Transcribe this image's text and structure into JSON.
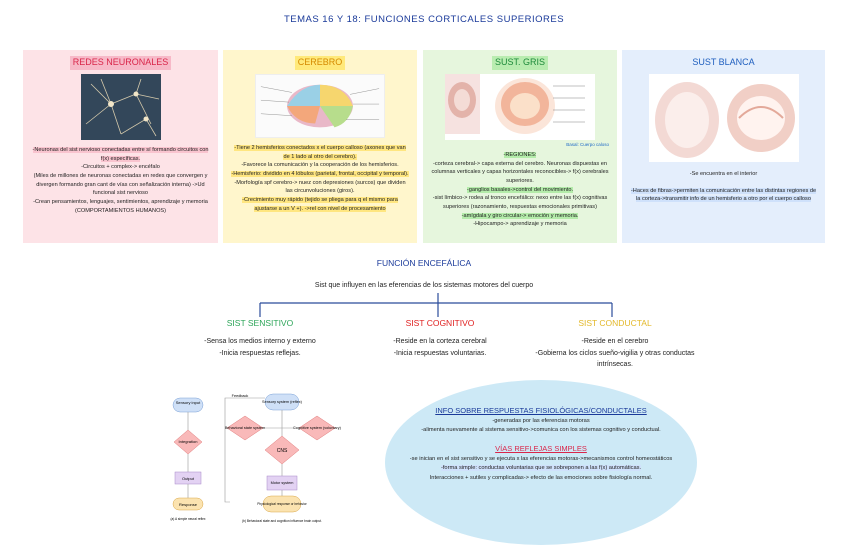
{
  "title": "TEMAS 16 Y 18: FUNCIONES CORTICALES SUPERIORES",
  "redes": {
    "heading": "REDES NEURONALES",
    "p1": "-Neuronas del sist nervioso conectadas entre sí formando circuitos con f(x) específicas.",
    "p2": "-Circuitos + complex-> encéfalo",
    "p3": "(Miles de millones de neuronas conectadas en redes que convergen y divergen formando gran cant de vías con señalización interna) ->Ud funcional sist nervioso",
    "p4": "-Crean pensamientos, lenguajes, sentimientos, aprendizaje y memoria (COMPORTAMIENTOS HUMANOS)"
  },
  "cerebro": {
    "heading": "CEREBRO",
    "p1": "-Tiene 2 hemisferios conectados x el cuerpo calloso (axones que van de 1 lado al otro del cerebro).",
    "p2": "-Favorece la comunicación y la cooperación de los hemisferios.",
    "p3": "-Hemisferio: dividido en 4 lóbulos (parietal, frontal, occipital y temporal).",
    "p4": "-Morfología spf cerebro-> nuez con depresiones (surcos) que dividen las circunvoluciones (giros).",
    "p5": "-Crecimiento muy rápido (tejido se pliega para q el mismo para ajustarse a un V +). ->rel con nivel de procesamiento"
  },
  "gris": {
    "heading": "SUST. GRIS",
    "img_caption": "Basal: Cuerpo caloso",
    "regiones": "-REGIONES:",
    "r1": "-corteza cerebral-> capa externa del cerebro. Neuronas dispuestas en columnas verticales y capas horizontales reconocibles-> f(x) cerebrales superiores.",
    "r2": "-ganglios basales->control del movimiento.",
    "r3": "-sist límbico-> rodea al tronco encefálico: nexo entre las f(x) cognitivas superiores (razonamiento, respuestas emocionales primitivas)",
    "r4": "-amígdala y giro circular-> emoción y memoria.",
    "r5": "-Hipocampo-> aprendizaje y memoria"
  },
  "blanca": {
    "heading": "SUST BLANCA",
    "p1": "-Se encuentra en el interior",
    "p2": "-Haces de fibras->permiten la comunicación entre las distintas regiones de la corteza->transmitir info de un hemisferio a otro por el cuerpo calloso"
  },
  "funcion": {
    "heading": "FUNCIÓN ENCEFÁLICA",
    "subtitle": "Sist que influyen en las eferencias de los sistemas motores del cuerpo"
  },
  "sistemas": [
    {
      "name": "SIST SENSITIVO",
      "l1": "-Sensa los medios interno y externo",
      "l2": "-Inicia respuestas reflejas."
    },
    {
      "name": "SIST COGNITIVO",
      "l1": "-Reside en la corteza cerebral",
      "l2": "-Inicia respuestas voluntarias."
    },
    {
      "name": "SIST CONDUCTAL",
      "l1": "-Reside en el cerebro",
      "l2": "-Gobierna los ciclos sueño-vigilia y otras conductas intrínsecas."
    }
  ],
  "diagram": {
    "a_sensory": "Sensory input",
    "a_integration": "Integration",
    "a_output": "Output",
    "a_response": "Response",
    "a_caption": "(a) A simple neural reflex",
    "b_feedback": "Feedback",
    "b_sensory": "Sensory system (reflex)",
    "b_behavioral": "Behavioral state system",
    "b_cognitive": "Cognitive system (voluntary)",
    "b_cns": "CNS",
    "b_motor": "Motor system",
    "b_physio": "Physiological response or behavior",
    "b_caption": "(b) Behavioral state and cognition influence brain output."
  },
  "info": {
    "heading": "INFO SOBRE RESPUESTAS FISIOLÓGICAS/CONDUCTALES",
    "l1": "-generadas por las eferencias motoras",
    "l2": "-alimenta nuevamente al sistema sensitivo->comunica con los sistemas cognitivo y conductual.",
    "vias_heading": "VÍAS REFLEJAS SIMPLES",
    "v1": "-se inician en el sist sensitivo y se ejecuta x las eferencias motoras->mecanismos control homeostáticos",
    "v2": "-forma simple: conductas voluntarias que se sobreponen a las f(x) automáticas.",
    "v3": "Interacciones + sutiles y complicadas-> efecto de las emociones sobre fisiología normal."
  }
}
